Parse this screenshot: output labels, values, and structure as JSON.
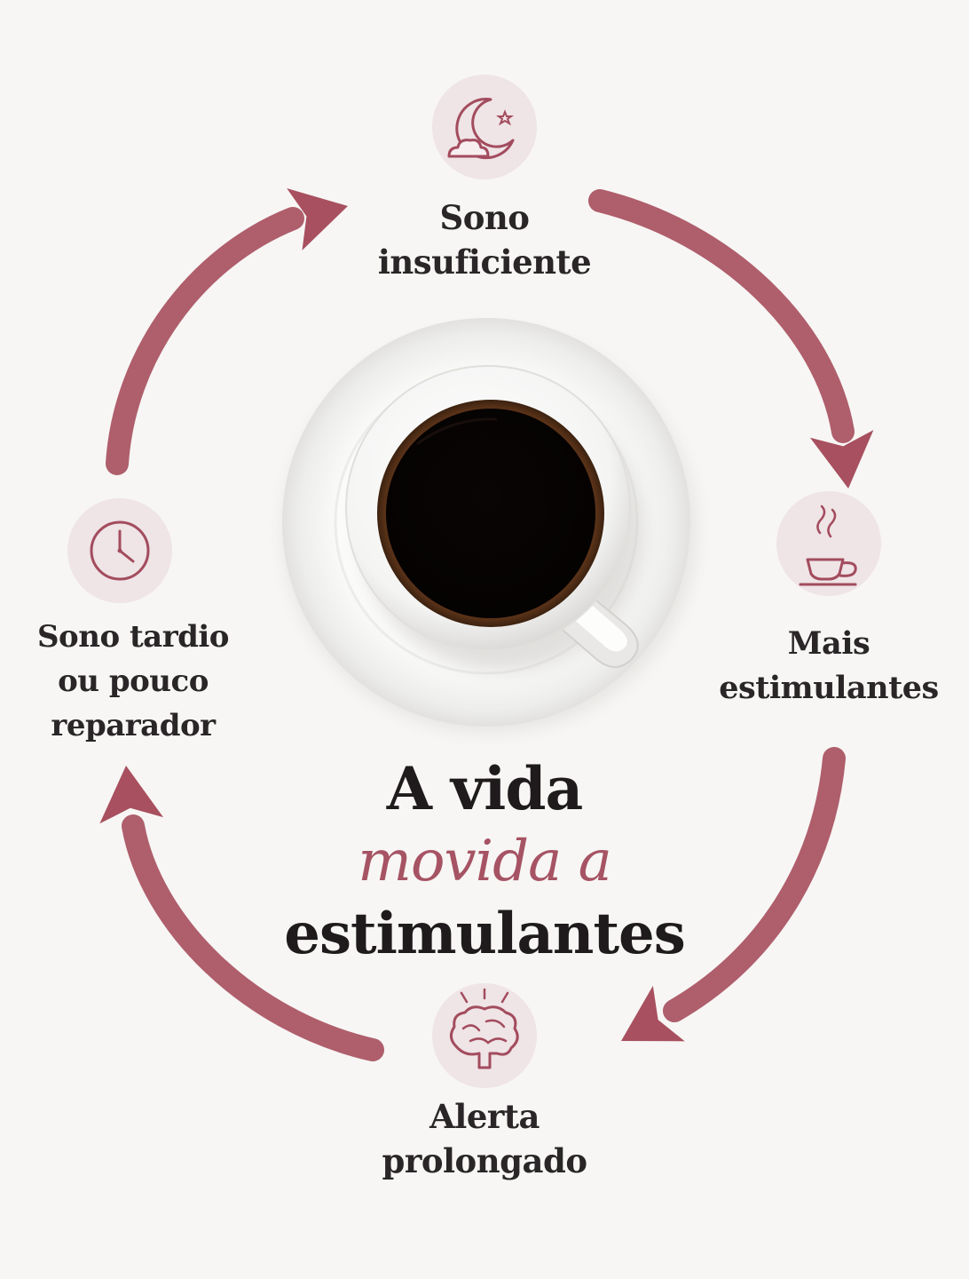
{
  "headline": {
    "line1": "A vida",
    "line2": "movida a",
    "line3": "estimulantes"
  },
  "cycle": [
    {
      "id": "top",
      "icon": "moon-star-cloud-icon",
      "lines": [
        "Sono",
        "insuficiente"
      ]
    },
    {
      "id": "right",
      "icon": "coffee-cup-icon",
      "lines": [
        "Mais",
        "estimulantes"
      ]
    },
    {
      "id": "bottom",
      "icon": "brain-icon",
      "lines": [
        "Alerta",
        "prolongado"
      ]
    },
    {
      "id": "left",
      "icon": "clock-icon",
      "lines": [
        "Sono tardio",
        "ou pouco",
        "reparador"
      ]
    }
  ],
  "colors": {
    "background": "#f7f6f4",
    "accent": "#a65364",
    "arrow": "#a8505f",
    "icon_circle": "#efe4e6",
    "text": "#2a2628",
    "coffee": "#0d0706"
  }
}
